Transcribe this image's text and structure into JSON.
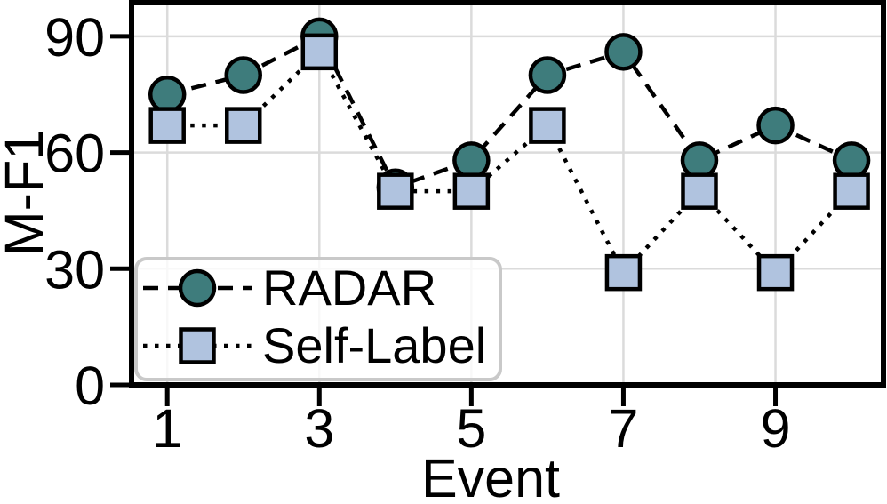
{
  "chart_data": {
    "type": "line",
    "title": "",
    "xlabel": "Event",
    "ylabel": "M-F1",
    "x": [
      1,
      2,
      3,
      4,
      5,
      6,
      7,
      8,
      9,
      10
    ],
    "xticks": [
      {
        "v": 1,
        "label": "1"
      },
      {
        "v": 3,
        "label": "3"
      },
      {
        "v": 5,
        "label": "5"
      },
      {
        "v": 7,
        "label": "7"
      },
      {
        "v": 9,
        "label": "9"
      }
    ],
    "yticks": [
      {
        "v": 0,
        "label": "0"
      },
      {
        "v": 30,
        "label": "30"
      },
      {
        "v": 60,
        "label": "60"
      },
      {
        "v": 90,
        "label": "90"
      }
    ],
    "xlim": [
      0.53,
      10.42
    ],
    "ylim": [
      0,
      98.7
    ],
    "grid": true,
    "grid_color": "#dbdbdb",
    "background": "#ffffff",
    "axis_color": "#000000",
    "legend": {
      "position": "lower-left",
      "border_color": "#c9c9c9"
    },
    "series": [
      {
        "name": "RADAR",
        "marker": "circle",
        "marker_color": "#3E7C7C",
        "line_color": "#000000",
        "line_style": "dashed",
        "values": [
          75,
          80,
          90,
          51,
          58,
          80,
          86,
          58,
          67,
          58
        ]
      },
      {
        "name": "Self-Label",
        "marker": "square",
        "marker_color": "#B0C3DF",
        "line_color": "#000000",
        "line_style": "dotted",
        "values": [
          67,
          67,
          86,
          50,
          50,
          67,
          29,
          50,
          29,
          50
        ]
      }
    ]
  }
}
